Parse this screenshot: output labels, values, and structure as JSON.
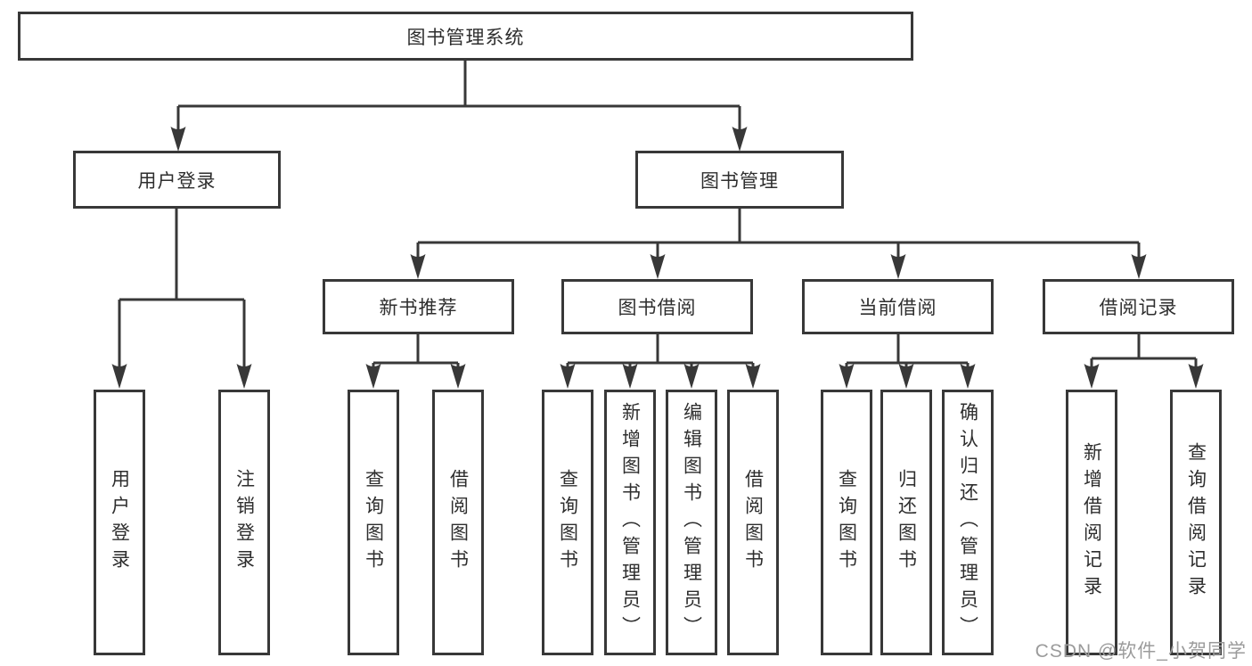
{
  "theme": {
    "line-color": "#383838",
    "text-color": "#2e2e2e",
    "box-bg": "#ffffff",
    "canvas-bg": "#ffffff",
    "watermark-color": "#9b9b9b"
  },
  "diagram": {
    "root": "图书管理系统",
    "level2": {
      "user_login": "用户登录",
      "book_mgmt": "图书管理"
    },
    "level3": {
      "new_books": "新书推荐",
      "book_borrow": "图书借阅",
      "current_borrow": "当前借阅",
      "borrow_records": "借阅记录"
    },
    "level4": {
      "login": "用户登录",
      "logout": "注销登录",
      "nb_query": "查询图书",
      "nb_borrow": "借阅图书",
      "bb_query": "查询图书",
      "bb_add": "新增图书（管理员）",
      "bb_edit": "编辑图书（管理员）",
      "bb_borrow": "借阅图书",
      "cb_query": "查询图书",
      "cb_return": "归还图书",
      "cb_confirm": "确认归还（管理员）",
      "br_add": "新增借阅记录",
      "br_query": "查询借阅记录"
    }
  },
  "watermark": "CSDN @软件_小贺同学"
}
